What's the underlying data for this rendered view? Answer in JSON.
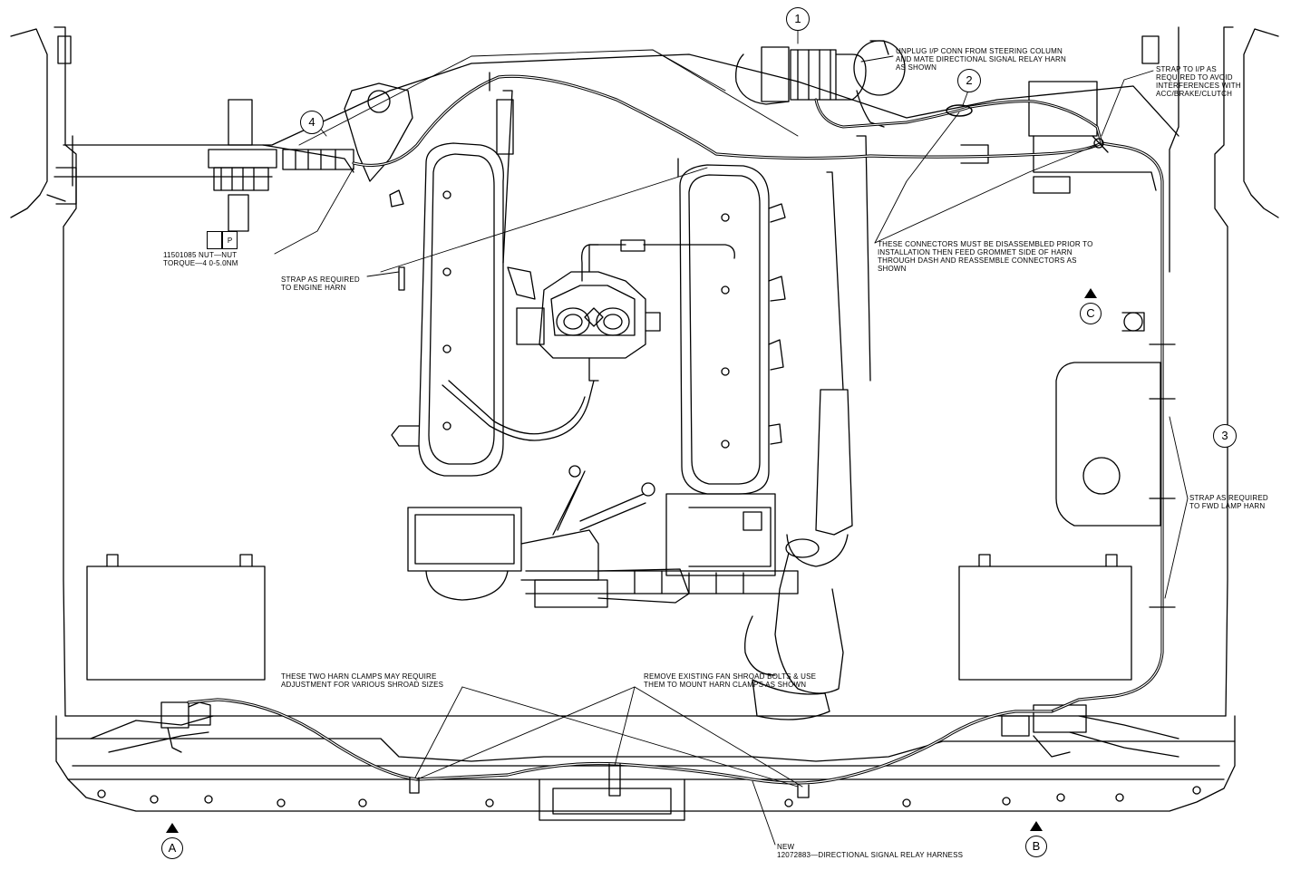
{
  "callouts": {
    "c1": "1",
    "c2": "2",
    "c3": "3",
    "c4": "4"
  },
  "views": {
    "a": "A",
    "b": "B",
    "c": "C"
  },
  "notes": {
    "unplug": "UNPLUG I/P CONN FROM STEERING COLUMN\nAND MATE DIRECTIONAL SIGNAL RELAY HARN\nAS SHOWN",
    "strap_ip": "STRAP TO I/P AS\nREQUIRED TO AVOID\nINTERFERENCES WITH\nACC/BRAKE/CLUTCH",
    "connectors": "THESE CONNECTORS MUST BE DISASSEMBLED PRIOR TO\nINSTALLATION  THEN  FEED GROMMET SIDE OF HARN\nTHROUGH DASH AND REASSEMBLE CONNECTORS AS\nSHOWN",
    "nut": "11501085 NUT—NUT\nTORQUE—4 0-5.0NM",
    "strap_engine": "STRAP AS REQUIRED\nTO ENGINE HARN",
    "strap_fwd": "STRAP AS REQUIRED\nTO FWD LAMP HARN",
    "clamps": "THESE TWO HARN CLAMPS MAY REQUIRE\nADJUSTMENT FOR VARIOUS SHROAD SIZES",
    "remove": "REMOVE EXISTING FAN SHROAD BOLTS & USE\nTHEM TO MOUNT HARN CLAMPS AS SHOWN",
    "new_harness": "NEW\n12072883—DIRECTIONAL SIGNAL RELAY HARNESS"
  },
  "nut_box": {
    "left": "",
    "right": "P"
  }
}
